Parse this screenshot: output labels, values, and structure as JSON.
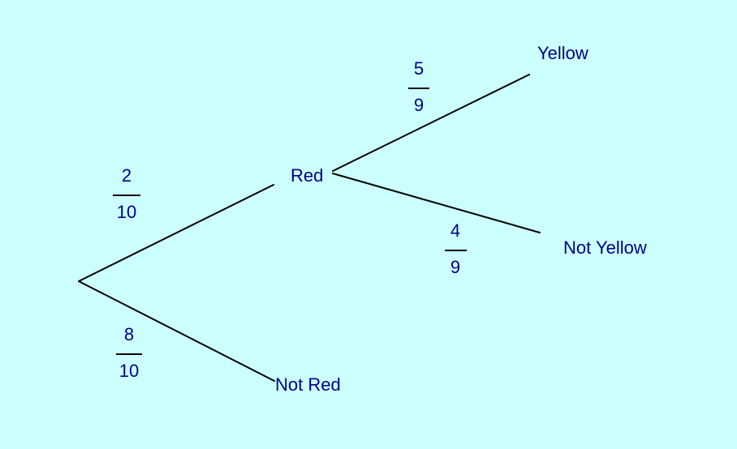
{
  "diagram": {
    "type": "probability-tree",
    "colors": {
      "background": "#CCFFFF",
      "text": "#00008B",
      "line": "#000000"
    },
    "first_level": {
      "branches": [
        {
          "label": "Red",
          "probability": {
            "numerator": "2",
            "denominator": "10"
          }
        },
        {
          "label": "Not Red",
          "probability": {
            "numerator": "8",
            "denominator": "10"
          }
        }
      ]
    },
    "second_level": {
      "parent": "Red",
      "branches": [
        {
          "label": "Yellow",
          "probability": {
            "numerator": "5",
            "denominator": "9"
          }
        },
        {
          "label": "Not Yellow",
          "probability": {
            "numerator": "4",
            "denominator": "9"
          }
        }
      ]
    }
  }
}
